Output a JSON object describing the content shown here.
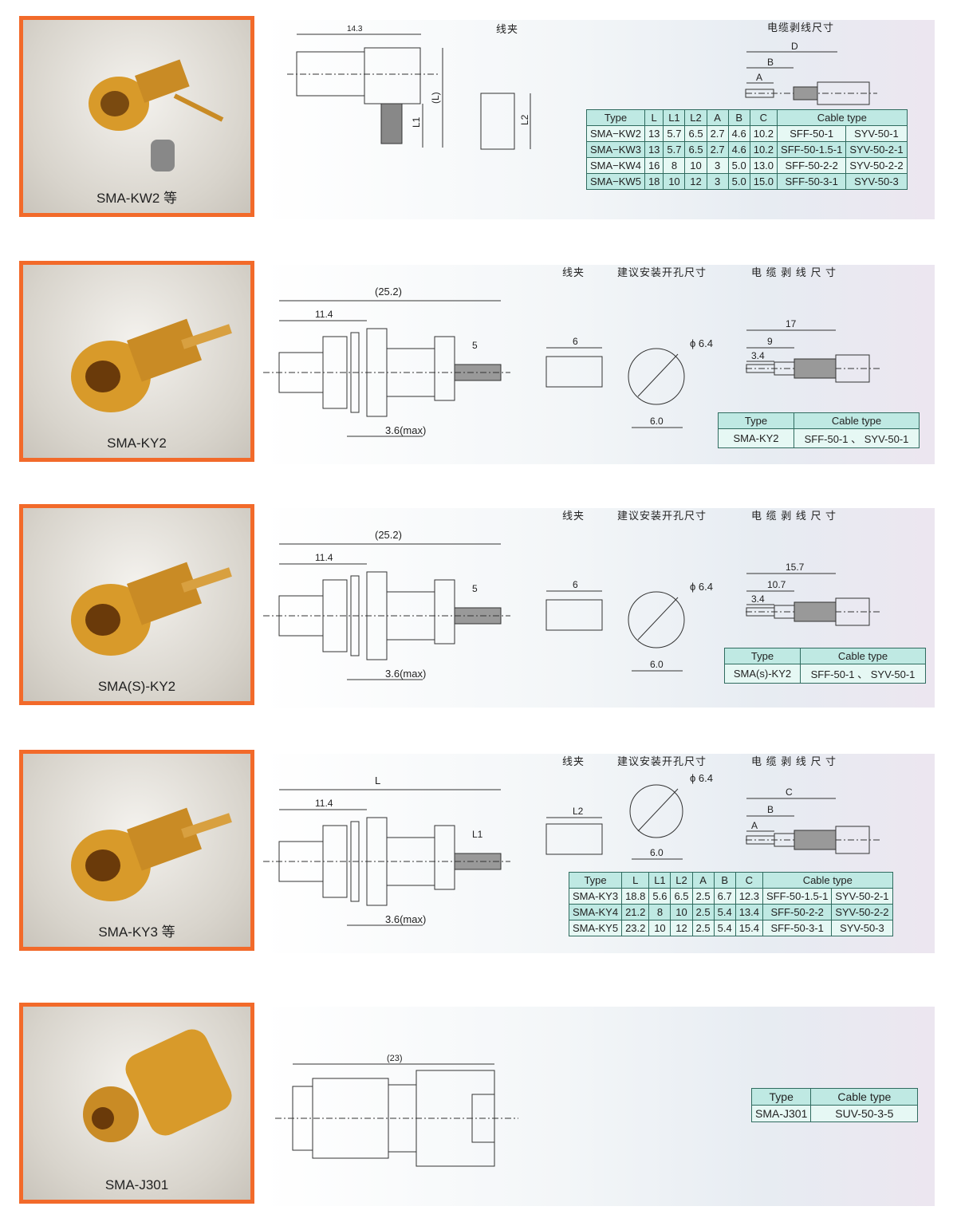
{
  "sections": [
    {
      "caption": "SMA-KW2 等",
      "dims": {
        "overall": "14.3",
        "L": "(L)",
        "L1": "L1",
        "L2": "L2"
      },
      "labels": {
        "clamp": "线夹",
        "strip": "电缆剥线尺寸",
        "strip_D": "D",
        "strip_B": "B",
        "strip_A": "A"
      },
      "table": {
        "headers": [
          "Type",
          "L",
          "L1",
          "L2",
          "A",
          "B",
          "C",
          "Cable type"
        ],
        "rows": [
          [
            "SMA−KW2",
            "13",
            "5.7",
            "6.5",
            "2.7",
            "4.6",
            "10.2",
            "SFF-50-1",
            "SYV-50-1"
          ],
          [
            "SMA−KW3",
            "13",
            "5.7",
            "6.5",
            "2.7",
            "4.6",
            "10.2",
            "SFF-50-1.5-1",
            "SYV-50-2-1"
          ],
          [
            "SMA−KW4",
            "16",
            "8",
            "10",
            "3",
            "5.0",
            "13.0",
            "SFF-50-2-2",
            "SYV-50-2-2"
          ],
          [
            "SMA−KW5",
            "18",
            "10",
            "12",
            "3",
            "5.0",
            "15.0",
            "SFF-50-3-1",
            "SYV-50-3"
          ]
        ]
      }
    },
    {
      "caption": "SMA-KY2",
      "dims": {
        "overall": "(25.2)",
        "body": "11.4",
        "tail": "5",
        "panel": "3.6(max)",
        "clamp_w": "6",
        "hole_d": "ϕ 6.4",
        "hole_flat": "6.0",
        "strip_total": "17",
        "strip_mid": "9",
        "strip_min": "3.4"
      },
      "labels": {
        "clamp": "线夹",
        "hole": "建议安装开孔尺寸",
        "strip": "电 缆 剥 线 尺 寸"
      },
      "table": {
        "headers": [
          "Type",
          "Cable type"
        ],
        "rows": [
          [
            "SMA-KY2",
            "SFF-50-1 、 SYV-50-1"
          ]
        ]
      }
    },
    {
      "caption": "SMA(S)-KY2",
      "dims": {
        "overall": "(25.2)",
        "body": "11.4",
        "tail": "5",
        "panel": "3.6(max)",
        "clamp_w": "6",
        "hole_d": "ϕ 6.4",
        "hole_flat": "6.0",
        "strip_total": "15.7",
        "strip_mid": "10.7",
        "strip_min": "3.4"
      },
      "labels": {
        "clamp": "线夹",
        "hole": "建议安装开孔尺寸",
        "strip": "电 缆 剥 线 尺 寸"
      },
      "table": {
        "headers": [
          "Type",
          "Cable type"
        ],
        "rows": [
          [
            "SMA(s)-KY2",
            "SFF-50-1 、 SYV-50-1"
          ]
        ]
      }
    },
    {
      "caption": "SMA-KY3 等",
      "dims": {
        "overall": "L",
        "body": "11.4",
        "tail": "L1",
        "panel": "3.6(max)",
        "clamp_w": "L2",
        "hole_d": "ϕ 6.4",
        "hole_flat": "6.0",
        "strip_total": "C",
        "strip_mid": "B",
        "strip_min": "A"
      },
      "labels": {
        "clamp": "线夹",
        "hole": "建议安装开孔尺寸",
        "strip": "电 缆 剥 线 尺 寸"
      },
      "table": {
        "headers": [
          "Type",
          "L",
          "L1",
          "L2",
          "A",
          "B",
          "C",
          "Cable type"
        ],
        "rows": [
          [
            "SMA-KY3",
            "18.8",
            "5.6",
            "6.5",
            "2.5",
            "6.7",
            "12.3",
            "SFF-50-1.5-1",
            "SYV-50-2-1"
          ],
          [
            "SMA-KY4",
            "21.2",
            "8",
            "10",
            "2.5",
            "5.4",
            "13.4",
            "SFF-50-2-2",
            "SYV-50-2-2"
          ],
          [
            "SMA-KY5",
            "23.2",
            "10",
            "12",
            "2.5",
            "5.4",
            "15.4",
            "SFF-50-3-1",
            "SYV-50-3"
          ]
        ]
      }
    },
    {
      "caption": "SMA-J301",
      "dims": {
        "overall": "(23)"
      },
      "table": {
        "headers": [
          "Type",
          "Cable type"
        ],
        "rows": [
          [
            "SMA-J301",
            "SUV-50-3-5"
          ]
        ]
      }
    }
  ],
  "colors": {
    "frame": "#f26a2a",
    "table_head": "#bfe9e3",
    "table_border": "#2f6b5f"
  }
}
